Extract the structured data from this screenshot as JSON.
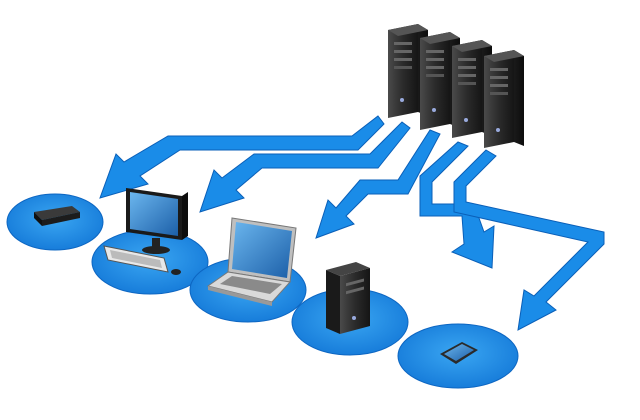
{
  "diagram": {
    "nodes": [
      {
        "name": "server-rack",
        "icon": "server-rack-icon",
        "count": 4
      },
      {
        "name": "set-top-box",
        "icon": "set-top-box-icon"
      },
      {
        "name": "desktop-computer",
        "icon": "desktop-computer-icon"
      },
      {
        "name": "laptop",
        "icon": "laptop-icon"
      },
      {
        "name": "tower-pc",
        "icon": "tower-pc-icon"
      },
      {
        "name": "tablet",
        "icon": "tablet-icon"
      }
    ],
    "connections": [
      {
        "from": "server-rack",
        "to": "set-top-box"
      },
      {
        "from": "server-rack",
        "to": "desktop-computer"
      },
      {
        "from": "server-rack",
        "to": "laptop"
      },
      {
        "from": "server-rack",
        "to": "tower-pc"
      },
      {
        "from": "server-rack",
        "to": "tablet"
      }
    ],
    "colors": {
      "arrow": "#1a8ce8",
      "arrow_edge": "#0a5fb8",
      "platform": "#1e8fe9",
      "platform_edge": "#0d66c2",
      "server_body": "#2a2a2a",
      "screen": "#3b8fd6"
    }
  }
}
